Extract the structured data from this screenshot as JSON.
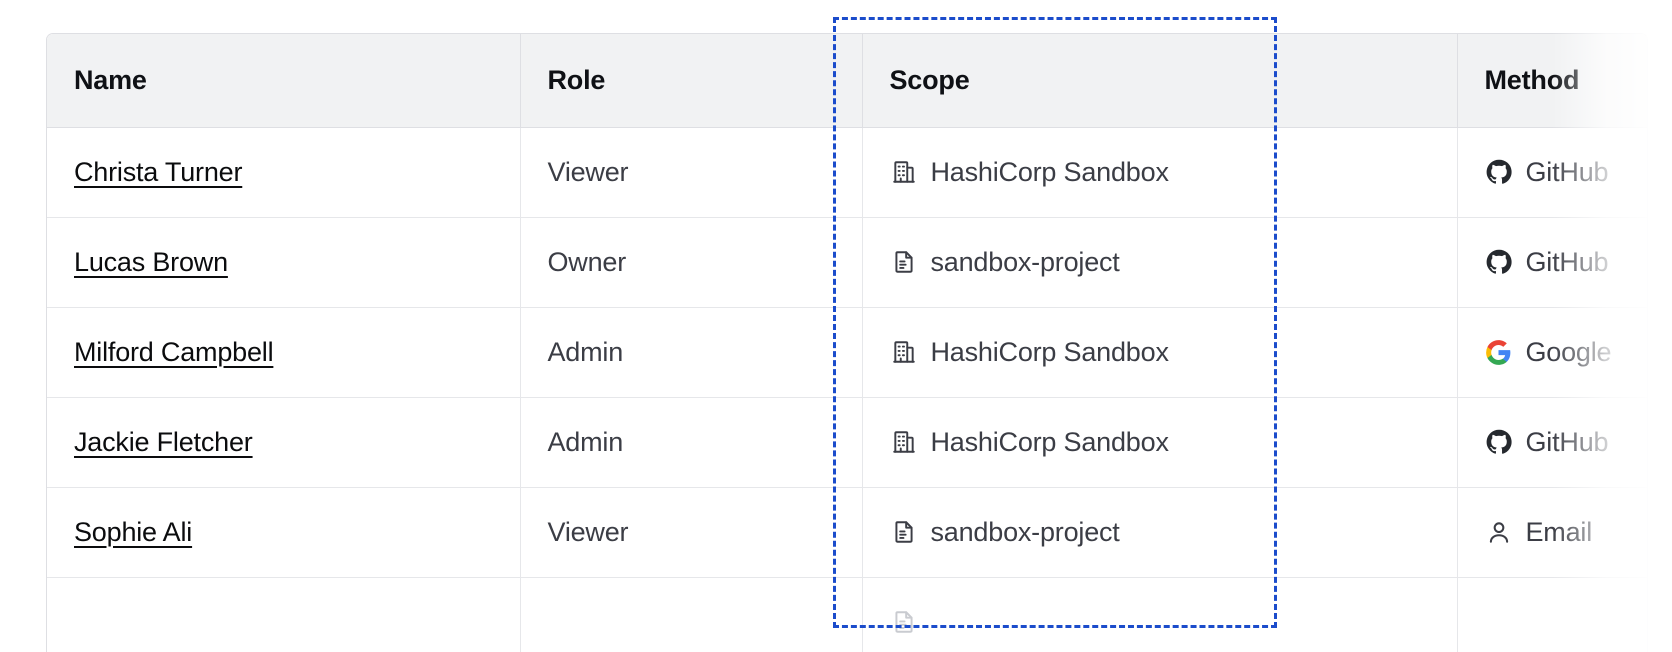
{
  "table": {
    "columns": [
      {
        "key": "name",
        "label": "Name"
      },
      {
        "key": "role",
        "label": "Role"
      },
      {
        "key": "scope",
        "label": "Scope"
      },
      {
        "key": "method",
        "label": "Method"
      }
    ],
    "rows": [
      {
        "name": "Christa Turner",
        "role": "Viewer",
        "scope": {
          "label": "HashiCorp Sandbox",
          "icon": "organization-icon"
        },
        "method": {
          "label": "GitHub",
          "icon": "github-icon"
        }
      },
      {
        "name": "Lucas Brown",
        "role": "Owner",
        "scope": {
          "label": "sandbox-project",
          "icon": "project-file-icon"
        },
        "method": {
          "label": "GitHub",
          "icon": "github-icon"
        }
      },
      {
        "name": "Milford Campbell",
        "role": "Admin",
        "scope": {
          "label": "HashiCorp Sandbox",
          "icon": "organization-icon"
        },
        "method": {
          "label": "Google",
          "icon": "google-icon"
        }
      },
      {
        "name": "Jackie Fletcher",
        "role": "Admin",
        "scope": {
          "label": "HashiCorp Sandbox",
          "icon": "organization-icon"
        },
        "method": {
          "label": "GitHub",
          "icon": "github-icon"
        }
      },
      {
        "name": "Sophie Ali",
        "role": "Viewer",
        "scope": {
          "label": "sandbox-project",
          "icon": "project-file-icon"
        },
        "method": {
          "label": "Email",
          "icon": "user-icon"
        }
      },
      {
        "name": "",
        "role": "",
        "scope": {
          "label": "",
          "icon": "project-file-icon"
        },
        "method": {
          "label": "",
          "icon": ""
        }
      }
    ]
  },
  "highlight": {
    "target_column": "Scope",
    "style": "dashed",
    "color": "#1b4ccb"
  },
  "colors": {
    "header_bg": "#f1f2f3",
    "border": "#dedfe3",
    "row_border": "#e6e7ea",
    "text_primary": "#0f1115",
    "text_secondary": "#3b3d45",
    "link": "#0b0c0e",
    "highlight": "#1b4ccb",
    "icon": "#3b3d45"
  }
}
